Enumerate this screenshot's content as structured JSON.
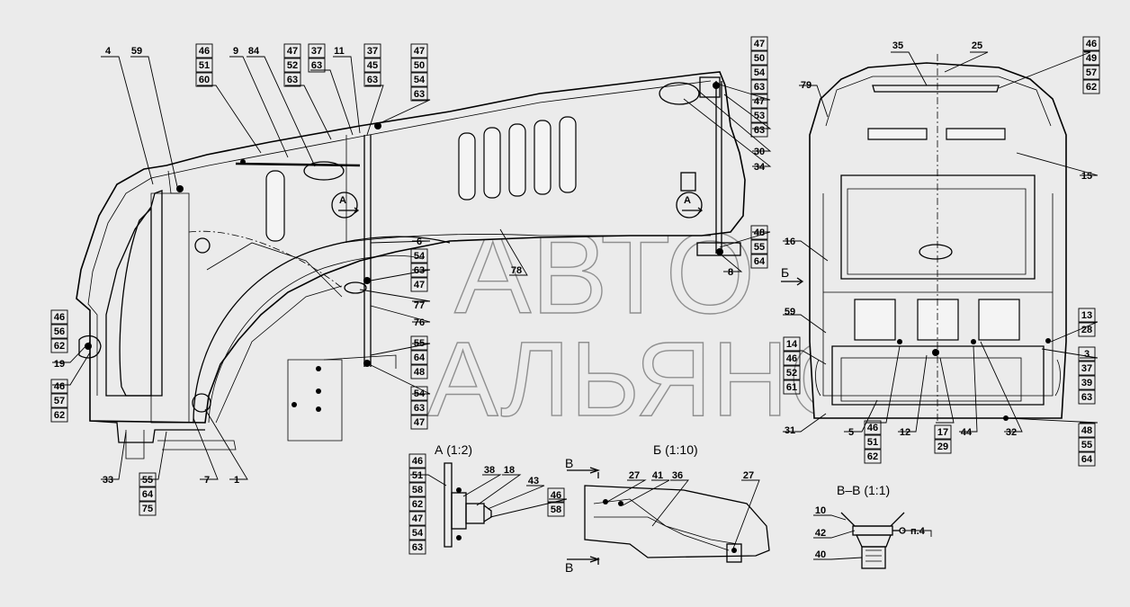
{
  "watermark": {
    "line1": "АВТО",
    "line2": "АЛЬЯНС"
  },
  "views": {
    "a": {
      "title": "А (1:2)"
    },
    "b": {
      "title": "Б (1:10)"
    },
    "v": {
      "title": "В–В (1:1)"
    }
  },
  "markers": {
    "section_a": "А",
    "view_b": "Б",
    "section_v": "В",
    "np": "п.4"
  },
  "callouts": [
    {
      "id": "c4",
      "lines": [
        "4"
      ]
    },
    {
      "id": "c59a",
      "lines": [
        "59"
      ]
    },
    {
      "id": "c46a",
      "lines": [
        "46",
        "51",
        "60"
      ]
    },
    {
      "id": "c9",
      "lines": [
        "9"
      ]
    },
    {
      "id": "c84",
      "lines": [
        "84"
      ]
    },
    {
      "id": "c47a",
      "lines": [
        "47",
        "52",
        "63"
      ]
    },
    {
      "id": "c37a",
      "lines": [
        "37",
        "63"
      ]
    },
    {
      "id": "c11",
      "lines": [
        "11"
      ]
    },
    {
      "id": "c37b",
      "lines": [
        "37",
        "45",
        "63"
      ]
    },
    {
      "id": "c47b",
      "lines": [
        "47",
        "50",
        "54",
        "63"
      ]
    },
    {
      "id": "c47c",
      "lines": [
        "47",
        "50",
        "54",
        "63"
      ]
    },
    {
      "id": "c47d",
      "lines": [
        "47",
        "53",
        "63"
      ]
    },
    {
      "id": "c30",
      "lines": [
        "30"
      ]
    },
    {
      "id": "c34",
      "lines": [
        "34"
      ]
    },
    {
      "id": "c6",
      "lines": [
        "6"
      ]
    },
    {
      "id": "c54a",
      "lines": [
        "54",
        "63",
        "47"
      ]
    },
    {
      "id": "c77",
      "lines": [
        "77"
      ]
    },
    {
      "id": "c76",
      "lines": [
        "76"
      ]
    },
    {
      "id": "c55a",
      "lines": [
        "55",
        "64",
        "48"
      ]
    },
    {
      "id": "c54b",
      "lines": [
        "54",
        "63",
        "47"
      ]
    },
    {
      "id": "c78",
      "lines": [
        "78"
      ]
    },
    {
      "id": "c48a",
      "lines": [
        "48",
        "55",
        "64"
      ]
    },
    {
      "id": "c8",
      "lines": [
        "8"
      ]
    },
    {
      "id": "c46b",
      "lines": [
        "46",
        "56",
        "62"
      ]
    },
    {
      "id": "c19",
      "lines": [
        "19"
      ]
    },
    {
      "id": "c46c",
      "lines": [
        "46",
        "57",
        "62"
      ]
    },
    {
      "id": "c33",
      "lines": [
        "33"
      ]
    },
    {
      "id": "c55b",
      "lines": [
        "55",
        "64",
        "75"
      ]
    },
    {
      "id": "c7",
      "lines": [
        "7"
      ]
    },
    {
      "id": "c1",
      "lines": [
        "1"
      ]
    },
    {
      "id": "c79",
      "lines": [
        "79"
      ]
    },
    {
      "id": "c35",
      "lines": [
        "35"
      ]
    },
    {
      "id": "c25",
      "lines": [
        "25"
      ]
    },
    {
      "id": "c46d",
      "lines": [
        "46",
        "49",
        "57",
        "62"
      ]
    },
    {
      "id": "c15",
      "lines": [
        "15"
      ]
    },
    {
      "id": "c16",
      "lines": [
        "16"
      ]
    },
    {
      "id": "c59b",
      "lines": [
        "59"
      ]
    },
    {
      "id": "c14",
      "lines": [
        "14",
        "46",
        "52",
        "61"
      ]
    },
    {
      "id": "c13",
      "lines": [
        "13",
        "28"
      ]
    },
    {
      "id": "c3",
      "lines": [
        "3",
        "37",
        "39",
        "63"
      ]
    },
    {
      "id": "c31",
      "lines": [
        "31"
      ]
    },
    {
      "id": "c5",
      "lines": [
        "5"
      ]
    },
    {
      "id": "c46e",
      "lines": [
        "46",
        "51",
        "62"
      ]
    },
    {
      "id": "c12",
      "lines": [
        "12"
      ]
    },
    {
      "id": "c17",
      "lines": [
        "17",
        "29"
      ]
    },
    {
      "id": "c44",
      "lines": [
        "44"
      ]
    },
    {
      "id": "c32",
      "lines": [
        "32"
      ]
    },
    {
      "id": "c48b",
      "lines": [
        "48",
        "55",
        "64"
      ]
    },
    {
      "id": "c46f",
      "lines": [
        "46",
        "51",
        "58",
        "62",
        "47",
        "54",
        "63"
      ]
    },
    {
      "id": "c38",
      "lines": [
        "38"
      ]
    },
    {
      "id": "c18",
      "lines": [
        "18"
      ]
    },
    {
      "id": "c43",
      "lines": [
        "43"
      ]
    },
    {
      "id": "c46g",
      "lines": [
        "46",
        "58"
      ]
    },
    {
      "id": "c27a",
      "lines": [
        "27"
      ]
    },
    {
      "id": "c41",
      "lines": [
        "41"
      ]
    },
    {
      "id": "c36",
      "lines": [
        "36"
      ]
    },
    {
      "id": "c27b",
      "lines": [
        "27"
      ]
    },
    {
      "id": "c10",
      "lines": [
        "10"
      ]
    },
    {
      "id": "c42",
      "lines": [
        "42"
      ]
    },
    {
      "id": "c40",
      "lines": [
        "40"
      ]
    }
  ]
}
